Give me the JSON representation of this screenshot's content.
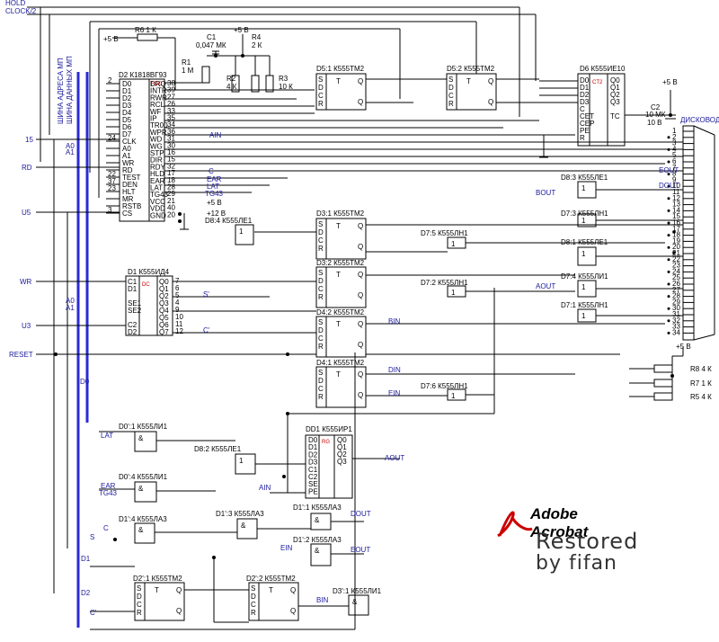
{
  "logo": {
    "brand": "Adobe Acrobat",
    "restored": "Restored",
    "by": "by fifan"
  },
  "signals": {
    "hold": "HOLD",
    "clock": "CLOCK/2",
    "rd": "RD",
    "wr": "WR",
    "u3": "U3",
    "u5": "U5",
    "reset": "RESET",
    "s15": "15",
    "ain": "AIN",
    "c": "C",
    "ear": "EAR",
    "lat": "LAT",
    "tg43": "TG43",
    "aout": "AOUT",
    "dout": "DOUT",
    "bout": "BOUT",
    "eout": "EOUT",
    "din": "DIN",
    "ein": "EIN",
    "bin": "BIN",
    "s": "S",
    "s2": "S'",
    "c2": "C'",
    "d1": "D1",
    "d2": "D2",
    "d0": "D0",
    "a0": "A0",
    "a1": "A1",
    "p5": "+5 В",
    "p12": "+12 В",
    "disk": "ДИСКОВОД",
    "bus_addr": "ШИНА АДРЕСА МП",
    "bus_data": "ШИНА ДАННЫХ МП"
  },
  "parts": {
    "d2": "D2  К1818ВГ93",
    "d1": "D1  К555ИД4",
    "d51": "D5:1  К555ТМ2",
    "d52": "D5:2  К555ТМ2",
    "d6": "D6  К555ИЕ10",
    "d31": "D3:1  К555ТМ2",
    "d32": "D3:2  К555ТМ2",
    "d42": "D4:2  К555ТМ2",
    "d41": "D4:1  К555ТМ2",
    "dd1": "DD1  К555ИР1",
    "d21": "D2':1  К555ТМ2",
    "d22": "D2':2  К555ТМ2",
    "d84": "D8:4  К555ЛЕ1",
    "d82": "D8:2  К555ЛЕ1",
    "d83": "D8:3  К555ЛЕ1",
    "d81": "D8:1  К555ЛЕ1",
    "d73": "D7:3  К555ЛН1",
    "d74": "D7:4  К555ЛИ1",
    "d71": "D7:1  К555ЛН1",
    "d75": "D7:5  К555ЛН1",
    "d72": "D7:2  К555ЛН1",
    "d76": "D7:6  К555ЛН1",
    "d01": "D0':1  К555ЛИ1",
    "d04": "D0':4  К555ЛИ1",
    "d14": "D1':4  К555ЛА3",
    "d13": "D1':3  К555ЛА3",
    "d11": "D1':1  К555ЛА3",
    "d12": "D1':2  К555ЛА3",
    "d31b": "D3':1  К555ЛИ1"
  },
  "components": {
    "r6": "R6  1 К",
    "r1": "R1",
    "r1v": "1 М",
    "c1": "C1",
    "c1v": "0,047 МК",
    "r4": "R4",
    "r4v": "2 К",
    "r2": "R2",
    "r2v": "4 К",
    "r3": "R3",
    "r3v": "10 К",
    "c2": "C2",
    "c2v": "10 МК",
    "c2u": "10 В",
    "r8": "R8   4 К",
    "r7": "R7   1 К",
    "r5": "R5   4 К"
  },
  "d2_left": [
    "D0",
    "D1",
    "D2",
    "D3",
    "D4",
    "D5",
    "D6",
    "D7",
    "CLK",
    "A0",
    "A1",
    "WR",
    "RD",
    "TEST",
    "DEN",
    "HLT",
    "MR",
    "RSTB",
    "CS"
  ],
  "d2_left_pins": [
    "2",
    "",
    "",
    "",
    "",
    "",
    "",
    "",
    "24",
    "",
    "",
    "",
    "",
    "22",
    "37",
    "23",
    "",
    "",
    "3"
  ],
  "d2_right": [
    "DRQ",
    "INTR",
    "RWR",
    "RCL",
    "WF",
    "IP",
    "TR00",
    "WPR",
    "WD",
    "WG",
    "STP",
    "DIR",
    "RDY",
    "HLD",
    "EAR",
    "LAT",
    "TG43",
    "VCC",
    "VDD",
    "GND"
  ],
  "d2_right_pins": [
    "38",
    "39",
    "27",
    "26",
    "33",
    "35",
    "34",
    "36",
    "31",
    "30",
    "16",
    "15",
    "32",
    "17",
    "18",
    "28",
    "29",
    "21",
    "40",
    "20"
  ],
  "d1_left": [
    "C1",
    "D1",
    "",
    "SE1",
    "SE2",
    "",
    "C2",
    "D2"
  ],
  "d1_right": [
    "Q0",
    "Q1",
    "Q2",
    "Q3",
    "Q4",
    "Q5",
    "Q6",
    "Q7"
  ],
  "d1_right_pins": [
    "7",
    "6",
    "5",
    "4",
    "9",
    "10",
    "11",
    "12"
  ],
  "ff": [
    "S",
    "D",
    "C",
    "R"
  ],
  "dd1_in": [
    "D0",
    "D1",
    "D2",
    "D3",
    "C1",
    "C2",
    "SE",
    "PE"
  ],
  "dd1_out": [
    "Q0",
    "Q1",
    "Q2",
    "Q3"
  ],
  "d6_pins": [
    "D0",
    "D1",
    "D2",
    "D3",
    "C",
    "CET",
    "CEP",
    "PE",
    "R"
  ],
  "d6_out": [
    "Q0",
    "Q1",
    "Q2",
    "Q3",
    "TC"
  ],
  "conn_pins": [
    "1",
    "2",
    "3",
    "4",
    "5",
    "6",
    "7",
    "8",
    "9",
    "10",
    "11",
    "12",
    "13",
    "14",
    "15",
    "16",
    "17",
    "18",
    "19",
    "20",
    "21",
    "22",
    "23",
    "24",
    "25",
    "26",
    "27",
    "28",
    "29",
    "30",
    "31",
    "32",
    "33",
    "34"
  ]
}
